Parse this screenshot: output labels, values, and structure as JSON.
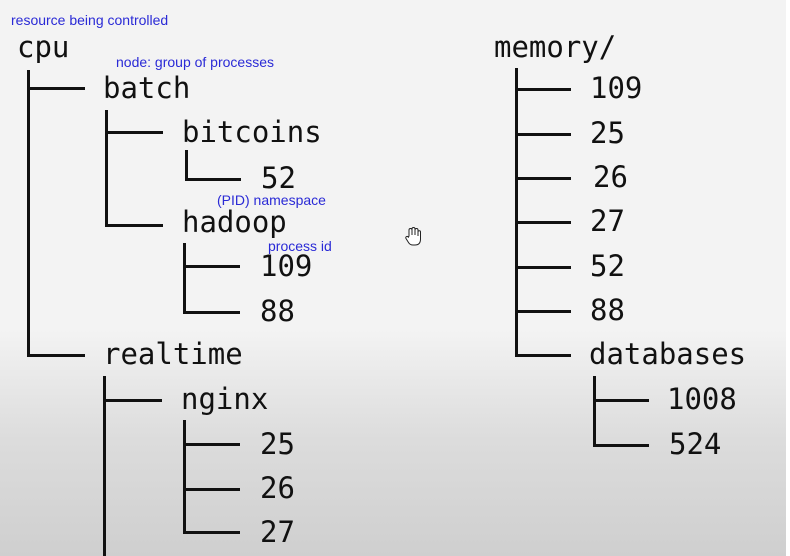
{
  "notes": {
    "resource": "resource being controlled",
    "node": "node: group of processes",
    "pid_namespace": "(PID) namespace",
    "process_id": "process id"
  },
  "cpu_tree": {
    "root": "cpu",
    "batch": "batch",
    "bitcoins": "bitcoins",
    "bitcoins_pid": "52",
    "hadoop": "hadoop",
    "hadoop_pids": [
      "109",
      "88"
    ],
    "realtime": "realtime",
    "nginx": "nginx",
    "nginx_pids": [
      "25",
      "26",
      "27"
    ]
  },
  "memory_tree": {
    "root": "memory/",
    "pids": [
      "109",
      "25",
      "26",
      "27",
      "52",
      "88"
    ],
    "databases": "databases",
    "databases_pids": [
      "1008",
      "524"
    ]
  },
  "cursor": {
    "icon": "hand-cursor-icon"
  }
}
